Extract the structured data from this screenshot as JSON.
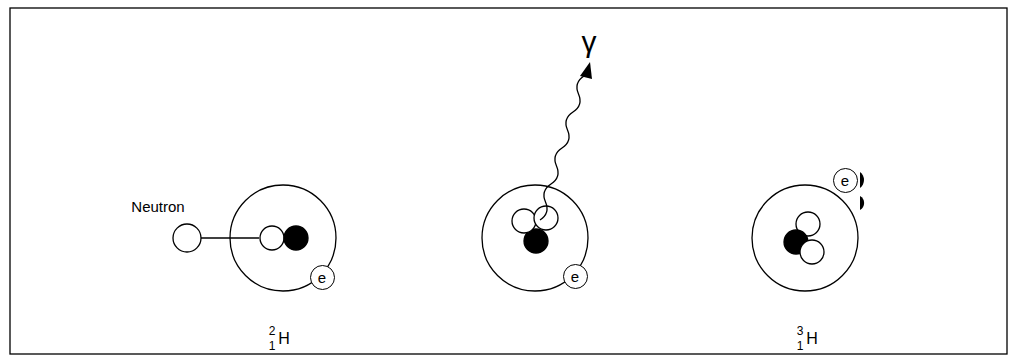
{
  "diagram": {
    "nodes": [
      {
        "text": [
          "e"
        ]
      },
      {
        "text": [
          "e"
        ]
      },
      {
        "text": [
          "e"
        ]
      }
    ],
    "labels": [
      "Neutron",
      "2",
      "1",
      "H",
      "γ",
      "3",
      "1",
      "H"
    ]
  }
}
